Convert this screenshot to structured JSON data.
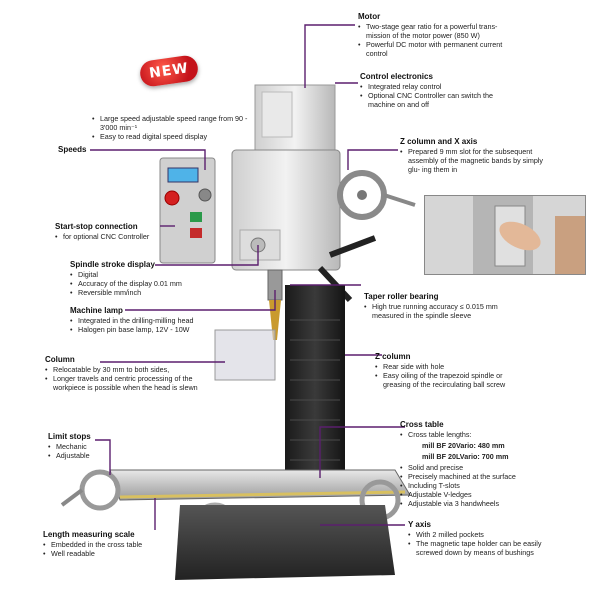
{
  "badge": "NEW",
  "callouts": {
    "motor": {
      "title": "Motor",
      "items": [
        "Two-stage gear ratio for a powerful trans- mission of the motor power (850 W)",
        "Powerful DC motor with permanent current control"
      ]
    },
    "control_electronics": {
      "title": "Control electronics",
      "items": [
        "Integrated relay control",
        "Optional CNC Controller can switch the machine on and off"
      ]
    },
    "speed_range": {
      "items": [
        "Large speed adjustable speed range from 90 - 3'000 min⁻¹",
        "Easy to read digital speed display"
      ]
    },
    "speeds": {
      "title": "Speeds"
    },
    "z_column_x_axis": {
      "title": "Z column and X axis",
      "items": [
        "Prepared 9 mm slot for the subsequent assembly of the magnetic bands by simply glu- ing them in"
      ]
    },
    "start_stop": {
      "title": "Start-stop connection",
      "items": [
        "for optional CNC Controller"
      ]
    },
    "spindle_stroke": {
      "title": "Spindle stroke display",
      "items": [
        "Digital",
        "Accuracy of the display 0.01 mm",
        "Reversible mm/inch"
      ]
    },
    "taper_roller": {
      "title": "Taper roller bearing",
      "items": [
        "High true running accuracy ≤ 0.015 mm measured in the spindle sleeve"
      ]
    },
    "machine_lamp": {
      "title": "Machine lamp",
      "items": [
        "Integrated in the drilling-milling head",
        "Halogen pin base lamp, 12V - 10W"
      ]
    },
    "column": {
      "title": "Column",
      "items": [
        "Relocatable by 30 mm to both sides,",
        "Longer travels and centric processing of the workpiece is possible when the head is slewn"
      ]
    },
    "z_column": {
      "title": "Z column",
      "items": [
        "Rear side with hole",
        "Easy oiling of the trapezoid spindle or greasing of the recirculating ball screw"
      ]
    },
    "cross_table": {
      "title": "Cross table",
      "items": [
        "Cross table lengths:",
        "Solid and precise",
        "Precisely machined at the surface",
        "Including T-slots",
        "Adjustable V-ledges",
        "Adjustable via 3 handwheels"
      ],
      "len1": "mill BF 20Vario: 480 mm",
      "len2": "mill BF 20LVario: 700 mm"
    },
    "limit_stops": {
      "title": "Limit stops",
      "items": [
        "Mechanic",
        "Adjustable"
      ]
    },
    "length_scale": {
      "title": "Length measuring scale",
      "items": [
        "Embedded in the cross table",
        "Well readable"
      ]
    },
    "y_axis": {
      "title": "Y axis",
      "items": [
        "With 2 milled pockets",
        "The magnetic tape holder can be easily screwed down by means of bushings"
      ]
    }
  },
  "colors": {
    "leader": "#5b1f6e",
    "panel": "#d9d9d9",
    "column_dark": "#2a2a2a",
    "base": "#3a3a3a",
    "lcd": "#4fb3e8"
  }
}
